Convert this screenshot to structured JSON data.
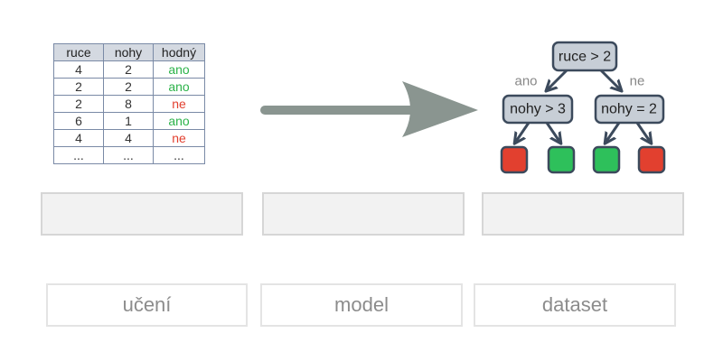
{
  "table": {
    "headers": [
      "ruce",
      "nohy",
      "hodný"
    ],
    "rows": [
      [
        "4",
        "2",
        "ano"
      ],
      [
        "2",
        "2",
        "ano"
      ],
      [
        "2",
        "8",
        "ne"
      ],
      [
        "6",
        "1",
        "ano"
      ],
      [
        "4",
        "4",
        "ne"
      ],
      [
        "...",
        "...",
        "..."
      ]
    ]
  },
  "tree": {
    "root": "ruce > 2",
    "left": "nohy > 3",
    "right": "nohy = 2",
    "edge_yes": "ano",
    "edge_no": "ne",
    "leaf_colors": [
      "#e2402f",
      "#2ec05b",
      "#2ec05b",
      "#e2402f"
    ],
    "node_fill": "#c7ced6",
    "node_stroke": "#3c4a5c"
  },
  "labels": {
    "learning": "učení",
    "model": "model",
    "dataset": "dataset"
  },
  "colors": {
    "arrow": "#8a9590",
    "yes": "#2db34a",
    "no": "#e2402f"
  }
}
